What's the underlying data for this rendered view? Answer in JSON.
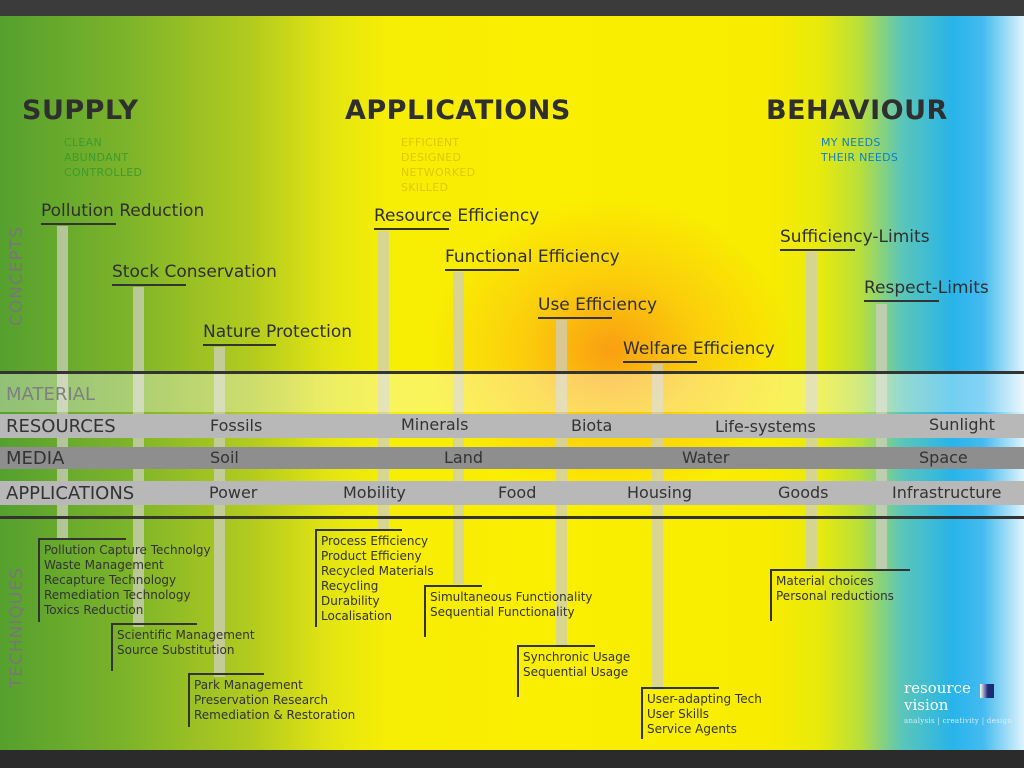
{
  "headings": {
    "supply": "SUPPLY",
    "applications": "APPLICATIONS",
    "behaviour": "BEHAVIOUR"
  },
  "supply_sub": [
    "CLEAN",
    "ABUNDANT",
    "CONTROLLED"
  ],
  "applications_sub": [
    "EFFICIENT",
    "DESIGNED",
    "NETWORKED",
    "SKILLED"
  ],
  "behaviour_sub": [
    "MY NEEDS",
    "THEIR NEEDS"
  ],
  "colors": {
    "supply_sub": "#3f9a2e",
    "applications_sub": "#e5d000",
    "behaviour_sub": "#0d7fc4"
  },
  "side_labels": {
    "concepts": "CONCEPTS",
    "techniques": "TECHNIQUES"
  },
  "concepts": [
    {
      "label": "Pollution Reduction"
    },
    {
      "label": "Stock Conservation"
    },
    {
      "label": "Nature Protection"
    },
    {
      "label": "Resource Efficiency"
    },
    {
      "label": "Functional Efficiency"
    },
    {
      "label": "Use Efficiency"
    },
    {
      "label": "Welfare Efficiency"
    },
    {
      "label": "Sufficiency-Limits"
    },
    {
      "label": "Respect-Limits"
    }
  ],
  "bands": {
    "material": "MATERIAL",
    "resources": {
      "label": "RESOURCES",
      "items": [
        "Fossils",
        "Minerals",
        "Biota",
        "Life-systems",
        "Sunlight"
      ]
    },
    "media": {
      "label": "MEDIA",
      "items": [
        "Soil",
        "Land",
        "Water",
        "Space"
      ]
    },
    "applications": {
      "label": "APPLICATIONS",
      "items": [
        "Power",
        "Mobility",
        "Food",
        "Housing",
        "Goods",
        "Infrastructure"
      ]
    }
  },
  "techniques": [
    [
      "Pollution Capture Technolgy",
      "Waste Management",
      "Recapture Technology",
      "Remediation Technology",
      "Toxics Reduction"
    ],
    [
      "Scientific Management",
      "Source Substitution"
    ],
    [
      "Park Management",
      "Preservation Research",
      "Remediation & Restoration"
    ],
    [
      "Process Efficiency",
      "Product Efficieny",
      "Recycled Materials",
      "Recycling",
      "Durability",
      "Localisation"
    ],
    [
      "Simultaneous Functionality",
      "Sequential Functionality"
    ],
    [
      "Synchronic Usage",
      "Sequential Usage"
    ],
    [
      "User-adapting Tech",
      "User Skills",
      "Service Agents"
    ],
    [
      "Material choices",
      "Personal reductions"
    ]
  ],
  "logo": {
    "line1": "resource",
    "line2": "vision",
    "tagline": "analysis | creativity | design"
  }
}
